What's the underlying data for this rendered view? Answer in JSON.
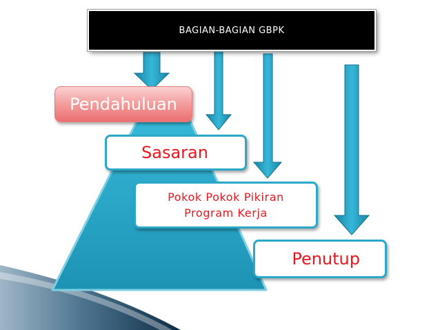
{
  "diagram": {
    "title": "BAGIAN-BAGIAN GBPK",
    "sections": {
      "pendahuluan": "Pendahuluan",
      "sasaran": "Sasaran",
      "pokok_line1": "Pokok Pokok Pikiran",
      "pokok_line2": "Program Kerja",
      "penutup": "Penutup"
    }
  },
  "colors": {
    "header_bg": "#000000",
    "intro_fill": "#f4a1a1",
    "teal": "#2ba8c8",
    "label_red": "#e8161e"
  }
}
